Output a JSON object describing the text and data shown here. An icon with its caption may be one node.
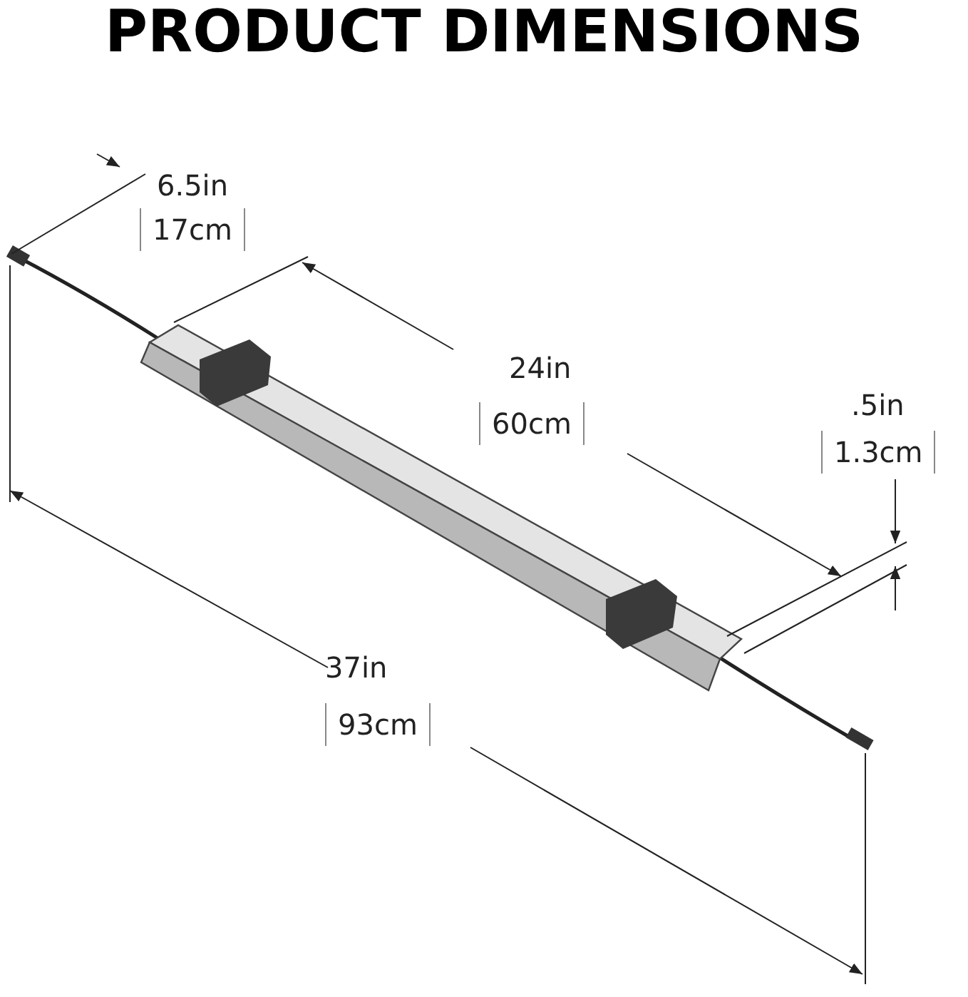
{
  "diagram": {
    "title": "PRODUCT DIMENSIONS",
    "labels": [
      "6.5in",
      "17cm",
      "24in",
      "60cm",
      ".5in",
      "1.3cm",
      "37in",
      "93cm"
    ]
  }
}
